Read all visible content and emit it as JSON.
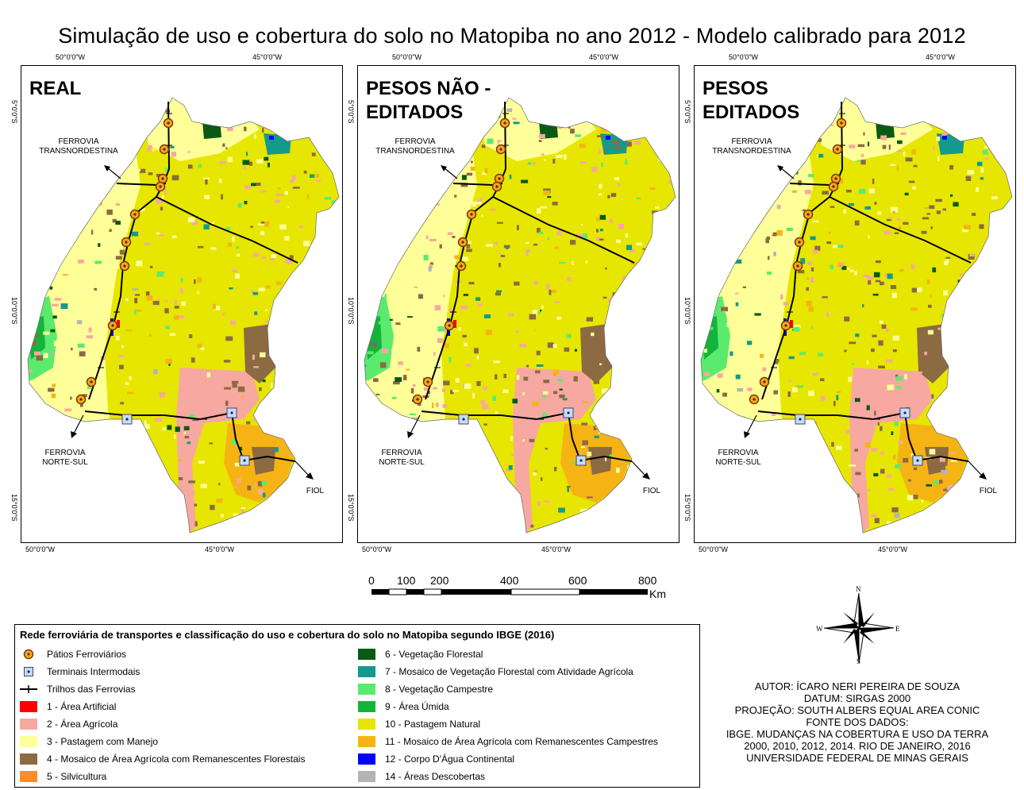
{
  "title": "Simulação de uso e cobertura do solo no Matopiba no ano 2012 - Modelo calibrado para 2012",
  "panels": [
    {
      "label_line1": "REAL",
      "label_line2": ""
    },
    {
      "label_line1": "PESOS NÃO -",
      "label_line2": "EDITADOS"
    },
    {
      "label_line1": "PESOS",
      "label_line2": "EDITADOS"
    }
  ],
  "grid_labels": {
    "lon_west": "50°0'0\"W",
    "lon_east": "45°0'0\"W",
    "lat_5": "5°0'0\"S",
    "lat_10": "10°0'0\"S",
    "lat_15": "15°0'0\"S"
  },
  "annotations": {
    "ferrovia_trans_1": "FERROVIA",
    "ferrovia_trans_2": "TRANSNORDESTINA",
    "ferrovia_ns_1": "FERROVIA",
    "ferrovia_ns_2": "NORTE-SUL",
    "fiol": "FIOL"
  },
  "scale_bar": {
    "ticks": [
      "0",
      "100",
      "200",
      "400",
      "600",
      "800"
    ],
    "unit": "Km"
  },
  "legend": {
    "title": "Rede ferroviária de transportes e classificação do uso e cobertura do solo no Matopiba segundo IBGE (2016)",
    "symbols": [
      {
        "label": "Pátios Ferroviários",
        "icon": "orange-circle-dot"
      },
      {
        "label": "Terminais Intermodais",
        "icon": "blue-square-dot"
      },
      {
        "label": "Trilhos das Ferrovias",
        "icon": "railway-line"
      }
    ],
    "classes_left": [
      {
        "label": "1 - Área Artificial",
        "color": "#ff0000"
      },
      {
        "label": "2 - Área Agrícola",
        "color": "#f7a8a0"
      },
      {
        "label": "3 - Pastagem com Manejo",
        "color": "#ffff99"
      },
      {
        "label": "4 - Mosaico de Área Agrícola com Remanescentes Florestais",
        "color": "#8c6a42"
      },
      {
        "label": "5 - Silvicultura",
        "color": "#ff8c28"
      }
    ],
    "classes_right": [
      {
        "label": "6 - Vegetação Florestal",
        "color": "#0a5a14"
      },
      {
        "label": "7 - Mosaico de Vegetação Florestal com Atividade Agrícola",
        "color": "#149a8c"
      },
      {
        "label": "8 - Vegetação Campestre",
        "color": "#5aeb6e"
      },
      {
        "label": "9 - Área Úmida",
        "color": "#14b43c"
      },
      {
        "label": "10 - Pastagem Natural",
        "color": "#e6e600"
      },
      {
        "label": "11 - Mosaico de Área Agrícola com Remanescentes Campestres",
        "color": "#f5b414"
      },
      {
        "label": "12 - Corpo D'Água Continental",
        "color": "#0000ff"
      },
      {
        "label": "14 - Áreas Descobertas",
        "color": "#b4b4b4"
      }
    ]
  },
  "compass": {
    "n": "N",
    "s": "S",
    "e": "E",
    "w": "W"
  },
  "credits": [
    "AUTOR: ÍCARO NERI PEREIRA DE SOUZA",
    "DATUM: SIRGAS 2000",
    "PROJEÇÃO: SOUTH ALBERS EQUAL AREA CONIC",
    "FONTE DOS DADOS:",
    "IBGE. MUDANÇAS NA COBERTURA E USO DA TERRA",
    "2000, 2010, 2012, 2014. RIO DE JANEIRO, 2016",
    "UNIVERSIDADE FEDERAL DE MINAS GERAIS"
  ]
}
